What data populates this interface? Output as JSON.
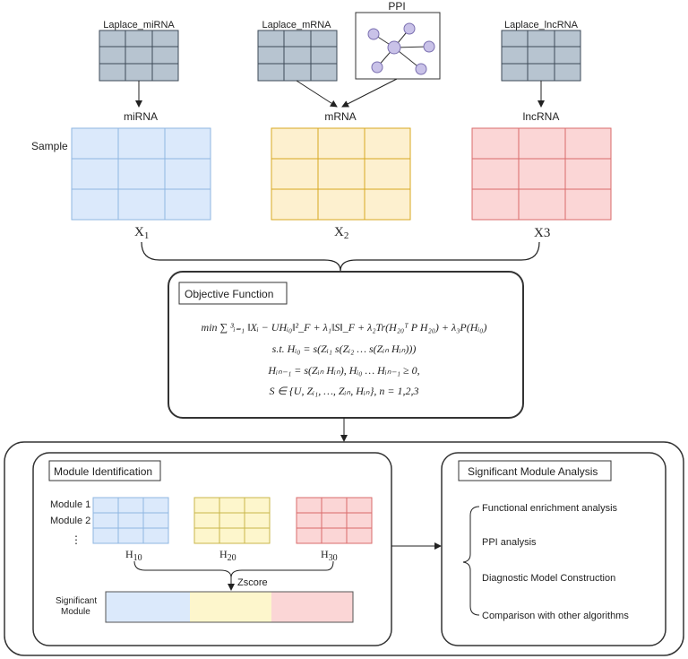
{
  "laplace": {
    "mirna": "Laplace_miRNA",
    "mrna": "Laplace_mRNA",
    "lncrna": "Laplace_lncRNA"
  },
  "ppi_label": "PPI",
  "omics": {
    "mirna": "miRNA",
    "mrna": "mRNA",
    "lncrna": "lncRNA",
    "sample": "Sample"
  },
  "matrices": {
    "x1": "X",
    "x1_sub": "1",
    "x2": "X",
    "x2_sub": "2",
    "x3": "X3"
  },
  "objective": {
    "title": "Objective Function",
    "line1": "min ∑ ³ᵢ₌₁ ‖Xᵢ − UHᵢ₀‖²_F + λ₁‖S‖_F + λ₂Tr(H₂₀ᵀ P H₂₀) + λ₃P(Hᵢ₀)",
    "line2": "s.t. Hᵢ₀ = s(Zᵢ₁ s(Zᵢ₂ … s(Zᵢₙ Hᵢₙ)))",
    "line3": "Hᵢₙ₋₁ = s(Zᵢₙ Hᵢₙ),  Hᵢ₀ … Hᵢₙ₋₁ ≥ 0,",
    "line4": "S ∈ {U, Zᵢ₁, …, Zᵢₙ, Hᵢₙ}, n = 1,2,3"
  },
  "module_id": {
    "title": "Module Identification",
    "module1": "Module 1",
    "module2": "Module 2",
    "dots": "⋮",
    "h10": "H",
    "h10_sub": "10",
    "h20": "H",
    "h20_sub": "20",
    "h30": "H",
    "h30_sub": "30",
    "zscore": "Zscore",
    "significant_line1": "Significant",
    "significant_line2": "Module"
  },
  "analysis": {
    "title": "Significant Module Analysis",
    "items": [
      "Functional enrichment analysis",
      "PPI analysis",
      "Diagnostic Model Construction",
      "Comparison with other algorithms"
    ]
  },
  "colors": {
    "laplace_fill": "#b7c4d0",
    "laplace_line": "#3c4a57",
    "mirna_fill": "#dbe9fb",
    "mirna_line": "#8fb6e2",
    "mrna_fill": "#fdf0cf",
    "mrna_line": "#d8a820",
    "lncrna_fill": "#fbd6d6",
    "lncrna_line": "#d96b6b",
    "ppi_node": "#c9c2e8",
    "ppi_node_line": "#7a6fb0",
    "significant_blue": "#dbe9fb",
    "significant_yellow": "#fdf6cc",
    "significant_red": "#fbd6d6",
    "h20_fill": "#fdf6cc",
    "h20_line": "#c9b64a"
  }
}
